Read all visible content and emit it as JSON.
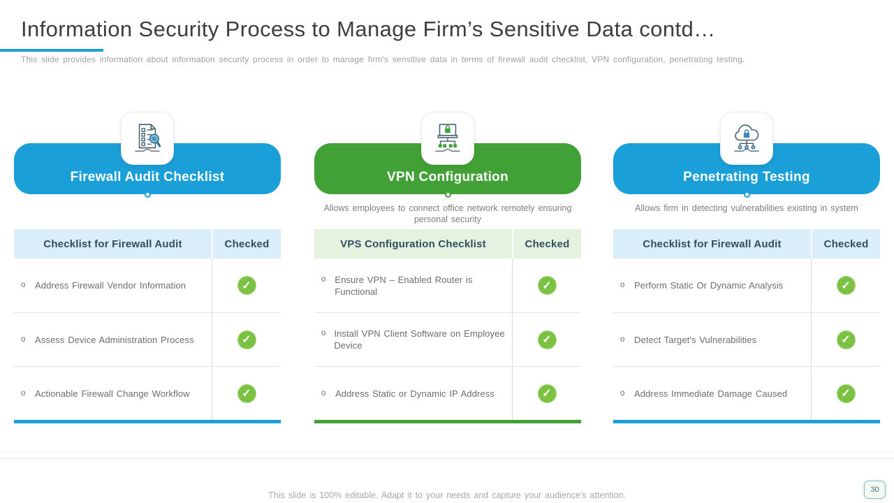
{
  "slide": {
    "title": "Information Security Process to Manage Firm’s Sensitive Data contd…",
    "subtitle": "This slide provides information about information security process in order to manage firm's sensitive data in terms of firewall audit checklist, VPN configuration, penetrating testing.",
    "footer": "This slide is 100% editable. Adapt it to your needs and capture your audience's attention.",
    "page_number": "30"
  },
  "colors": {
    "accent_blue": "#1A9FD9",
    "accent_green": "#42A136",
    "check_green": "#7CC242",
    "light_blue": "#D9EEF8",
    "light_green": "#E6F2E0"
  },
  "bullet": "o",
  "check_glyph": "✓",
  "columns": [
    {
      "banner": "Firewall Audit Checklist",
      "accent": "blue",
      "icon": "checklist-magnifier-icon",
      "description": "",
      "table": {
        "headers": [
          "Checklist for Firewall Audit",
          "Checked"
        ],
        "rows": [
          {
            "item": "Address Firewall Vendor Information",
            "checked": true
          },
          {
            "item": "Assess Device Administration Process",
            "checked": true
          },
          {
            "item": "Actionable Firewall Change Workflow",
            "checked": true
          }
        ]
      }
    },
    {
      "banner": "VPN Configuration",
      "accent": "green",
      "icon": "monitor-lock-network-icon",
      "description": "Allows employees to connect office network remotely ensuring personal security",
      "table": {
        "headers": [
          "VPS Configuration Checklist",
          "Checked"
        ],
        "rows": [
          {
            "item": "Ensure VPN – Enabled Router is Functional",
            "checked": true
          },
          {
            "item": "Install VPN Client Software on Employee Device",
            "checked": true
          },
          {
            "item": "Address Static or Dynamic IP Address",
            "checked": true
          }
        ]
      }
    },
    {
      "banner": "Penetrating Testing",
      "accent": "blue",
      "icon": "cloud-lock-network-icon",
      "description": "Allows firm in detecting vulnerabilities existing in system",
      "table": {
        "headers": [
          "Checklist for Firewall Audit",
          "Checked"
        ],
        "rows": [
          {
            "item": "Perform Static Or Dynamic Analysis",
            "checked": true
          },
          {
            "item": "Detect Target's Vulnerabilities",
            "checked": true
          },
          {
            "item": "Address Immediate Damage Caused",
            "checked": true
          }
        ]
      }
    }
  ]
}
